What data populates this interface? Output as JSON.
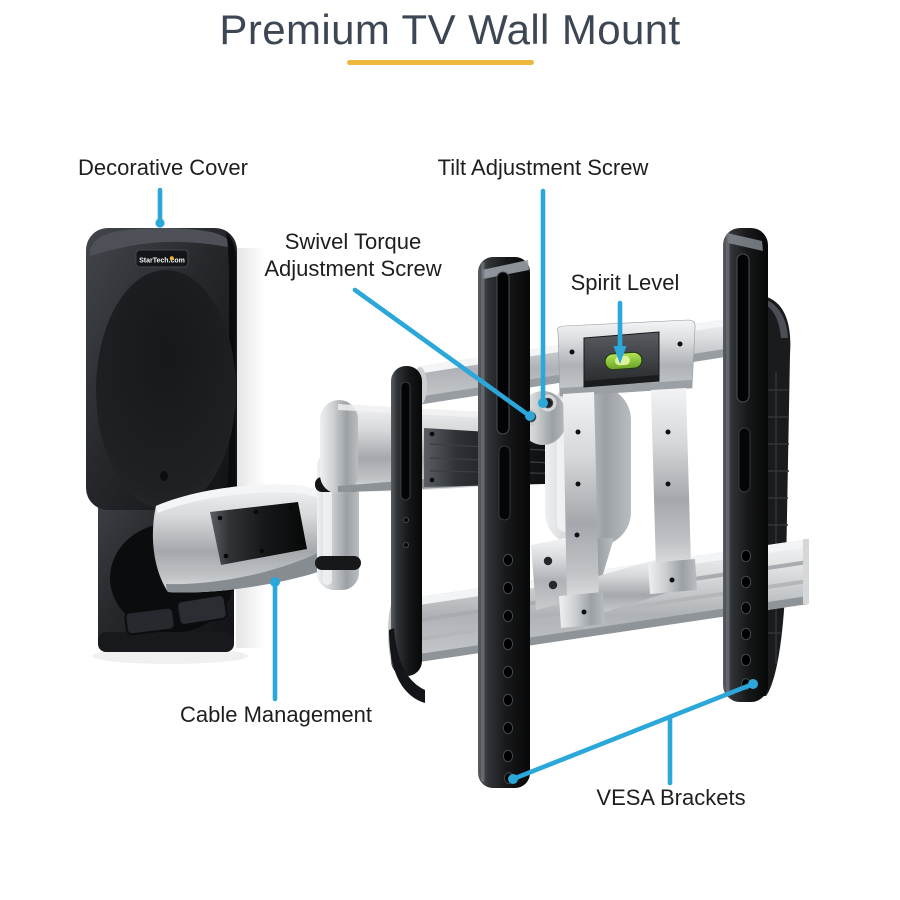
{
  "header": {
    "title": "Premium TV Wall Mount"
  },
  "product": {
    "brand_logo": "StarTech.com"
  },
  "callouts": {
    "decorative_cover": {
      "label": "Decorative Cover"
    },
    "swivel_torque": {
      "line1": "Swivel Torque",
      "line2": "Adjustment Screw"
    },
    "tilt": {
      "label": "Tilt Adjustment Screw"
    },
    "spirit_level": {
      "label": "Spirit Level"
    },
    "cable_management": {
      "label": "Cable Management"
    },
    "vesa_brackets": {
      "label": "VESA Brackets"
    }
  },
  "colors": {
    "callout_line": "#2ba7da",
    "title_text": "#3d4653",
    "label_text": "#1e1e20",
    "accent_underline": "#edb73c",
    "spirit_bubble_green": "#8cc63e"
  }
}
